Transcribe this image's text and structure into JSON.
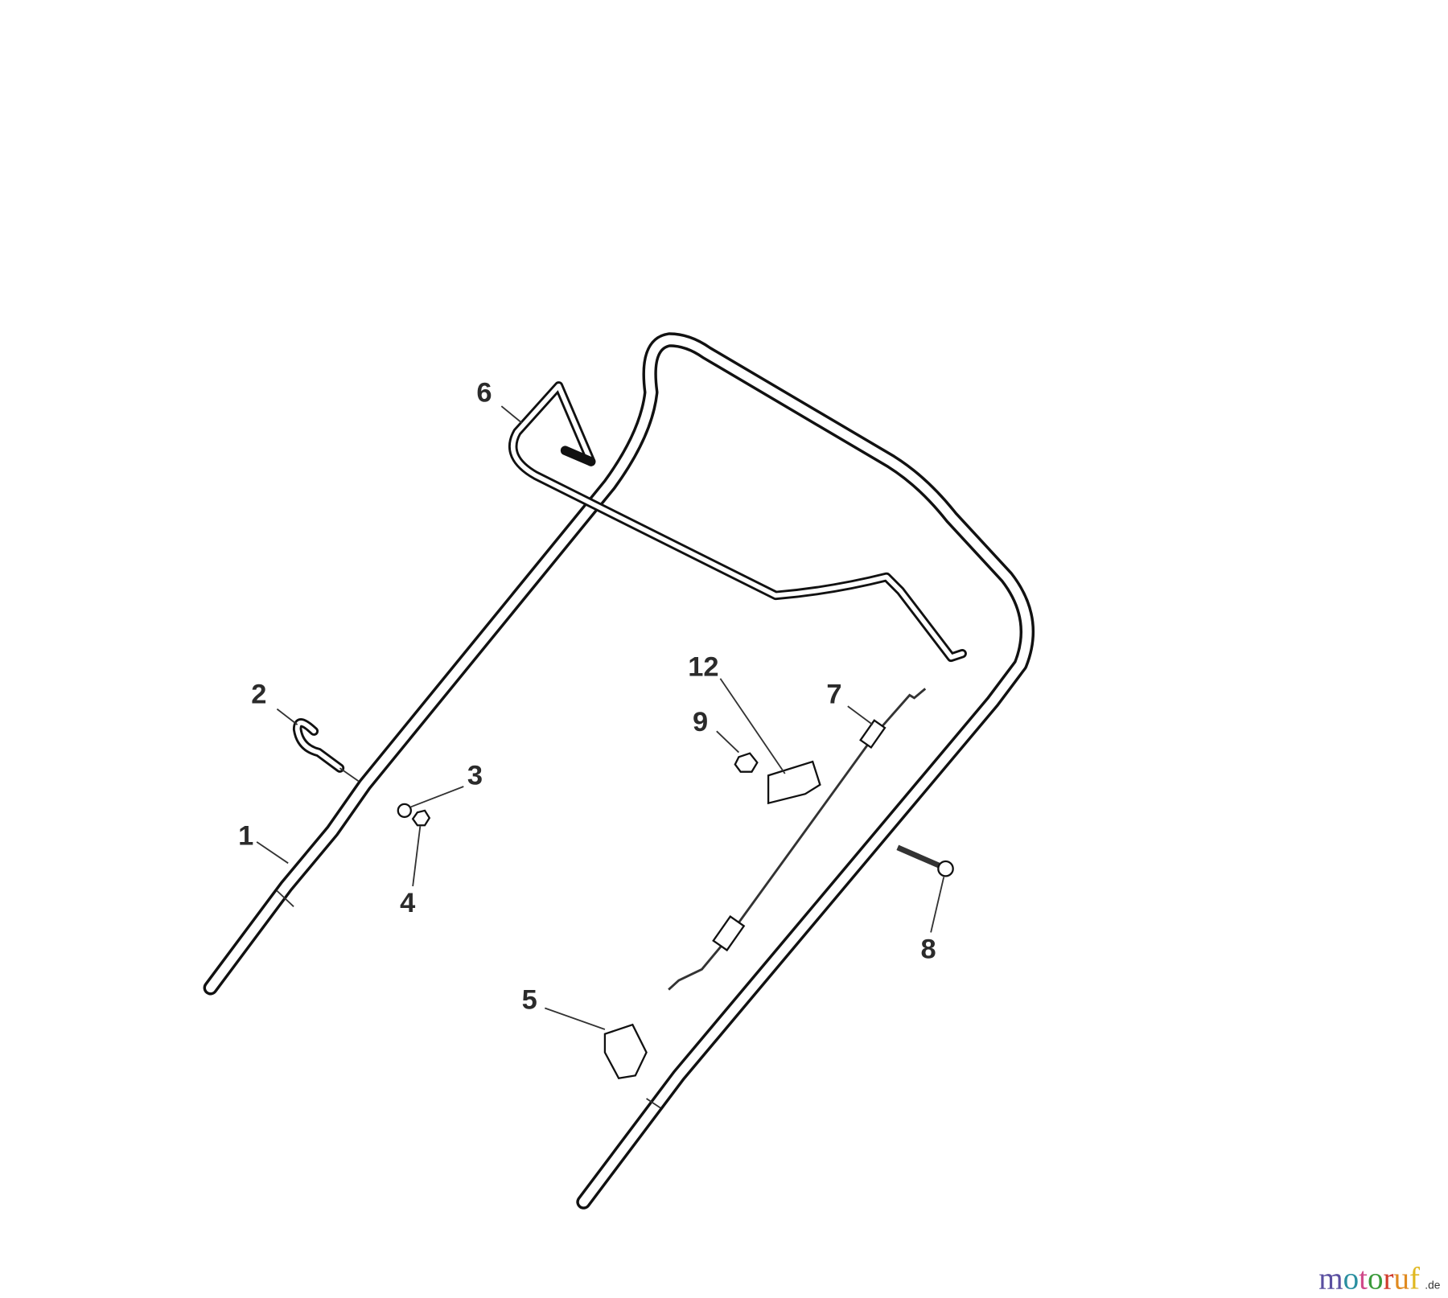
{
  "diagram": {
    "callouts": [
      {
        "number": "1"
      },
      {
        "number": "2"
      },
      {
        "number": "3"
      },
      {
        "number": "4"
      },
      {
        "number": "5"
      },
      {
        "number": "6"
      },
      {
        "number": "7"
      },
      {
        "number": "8"
      },
      {
        "number": "9"
      },
      {
        "number": "12"
      }
    ]
  },
  "watermark": {
    "letters": [
      "m",
      "o",
      "t",
      "o",
      "r",
      "u",
      "f"
    ],
    "letter_colors": [
      "#5a4fa0",
      "#2a8fa0",
      "#d04a8a",
      "#3a9a3a",
      "#d03a2a",
      "#e08a20",
      "#e0b820"
    ],
    "suffix": ".de"
  }
}
